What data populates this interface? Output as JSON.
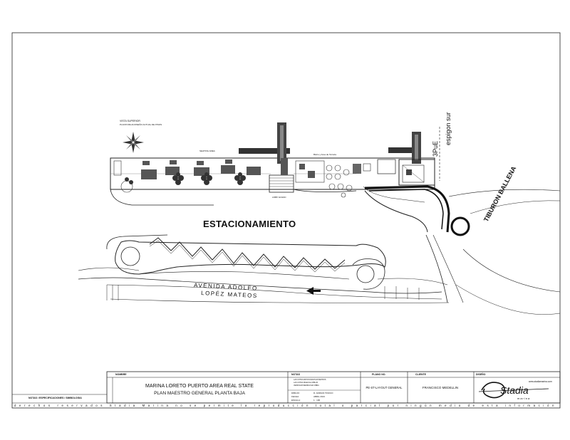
{
  "plan": {
    "north_label_1": "VISTA SUPERIOR",
    "north_label_2": "PLANTA BAJA DISEÑO ACTUAL DE PISOS",
    "seating_label": "SEATING AREA",
    "bistro_label": "Bistro y Area de Terraza",
    "stair_label": "LOBBY ACCESO",
    "espigon": "espigon sur",
    "pue": "3PuE",
    "tiburon": "TIBURON BALLENA",
    "estacionamiento": "ESTACIONAMIENTO",
    "avenida_1": "AVENIDA ADOLFO",
    "avenida_2": "LOPÉZ MATEOS"
  },
  "title_block": {
    "nombre_header": "NOMBRE",
    "project_name": "MARINA LORETO PUERTO AREA REAL STATE",
    "drawing_name": "PLAN MAESTRO GENERAL PLANTA BAJA",
    "notas_header": "NOTAS",
    "notas_lines": [
      "LAS COTAS ESTAN DADAS EN METROS",
      "LAS COTAS RIGEN AL DIBUJO",
      "VERIFICAR MEDIDAS EN OBRA"
    ],
    "dibujo_label": "DIBUJO:",
    "dibujo_value": "D. ADRIAN TINOCO",
    "fecha_label": "FECHA:",
    "fecha_value": "ABRIL 2021",
    "escala_label": "ESCALA:",
    "escala_value": "1 : 100",
    "plano_header": "PLANO NO.",
    "plano_value": "PE-ST-LAYOUT GENERAL",
    "cliente_header": "CLIENTE",
    "cliente_value": "FRANCISCO MEDELLIN",
    "diseno_header": "DISEÑO",
    "logo_url": "www.stadiamarina.com",
    "logo_text": "Stadia",
    "logo_sub": "marina",
    "left_notes": "NOTAS / ESPECIFICACIONES / SIMBOLOGIA"
  },
  "footer_text": "derechos reservados Stadia Marina no se permite la reproducción total o parcial por ningún medio de esta información"
}
